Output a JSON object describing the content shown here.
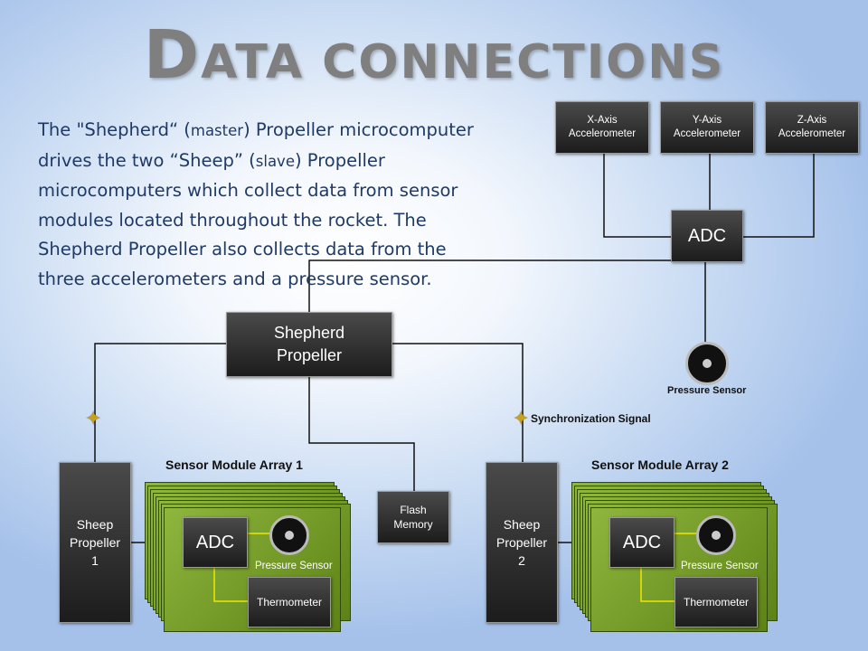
{
  "title": {
    "first_letter": "D",
    "rest": "ATA CONNECTIONS"
  },
  "body_text": {
    "line1_a": "The \"Shepherd“ (",
    "line1_b": "master",
    "line1_c": ") Propeller microcomputer",
    "line2_a": "drives the two “Sheep” (",
    "line2_b": "slave",
    "line2_c": ") Propeller",
    "line3": "microcomputers which collect data from sensor",
    "line4": "modules located throughout the rocket.  The",
    "line5": "Shepherd Propeller also collects data from the",
    "line6": "three accelerometers and a pressure sensor."
  },
  "top_sensors": {
    "x_axis": [
      "X-Axis",
      "Accelerometer"
    ],
    "y_axis": [
      "Y-Axis",
      "Accelerometer"
    ],
    "z_axis": [
      "Z-Axis",
      "Accelerometer"
    ],
    "adc": "ADC",
    "pressure_sensor": "Pressure Sensor"
  },
  "shepherd": [
    "Shepherd",
    "Propeller"
  ],
  "flash_memory": [
    "Flash",
    "Memory"
  ],
  "sync_label": "Synchronization Signal",
  "array1": {
    "title": "Sensor Module Array 1",
    "sheep": [
      "Sheep",
      "Propeller",
      "1"
    ],
    "adc": "ADC",
    "pressure_sensor": "Pressure Sensor",
    "thermometer": "Thermometer"
  },
  "array2": {
    "title": "Sensor Module Array 2",
    "sheep": [
      "Sheep",
      "Propeller",
      "2"
    ],
    "adc": "ADC",
    "pressure_sensor": "Pressure Sensor",
    "thermometer": "Thermometer"
  },
  "colors": {
    "line": "#111111",
    "module_green": "#6f9424",
    "module_wire": "#f2e600",
    "star": "#caa21a",
    "title": "#7f7f7f",
    "text": "#1f3a66"
  }
}
